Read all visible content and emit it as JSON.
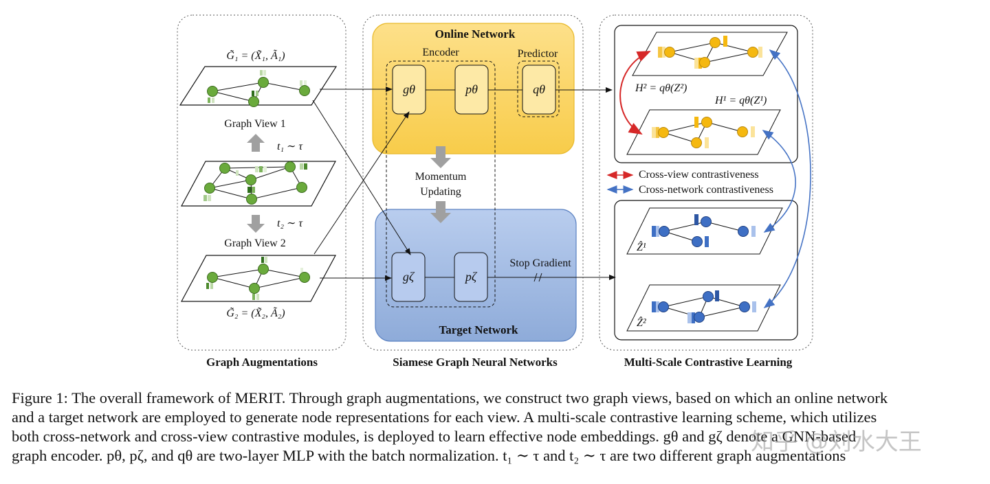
{
  "panels": {
    "augmentation": {
      "title": "Graph Augmentations",
      "view1_formula": "G̃₁ = (X̃₁, Ã₁)",
      "view1_label": "Graph View 1",
      "aug1": "t₁ ∼ τ",
      "view2_label": "Graph View 2",
      "aug2": "t₂ ∼ τ",
      "view2_formula": "G̃₂ = (X̃₂, Ã₂)"
    },
    "siamese": {
      "title": "Siamese Graph Neural Networks",
      "online_title": "Online Network",
      "encoder_label": "Encoder",
      "predictor_label": "Predictor",
      "g_theta": "gθ",
      "p_theta": "pθ",
      "q_theta": "qθ",
      "momentum_line1": "Momentum",
      "momentum_line2": "Updating",
      "g_zeta": "gζ",
      "p_zeta": "pζ",
      "stop_gradient": "Stop Gradient",
      "target_title": "Target Network"
    },
    "contrastive": {
      "title": "Multi-Scale Contrastive Learning",
      "h2_formula": "H² = qθ(Z²)",
      "h1_formula": "H¹ = qθ(Z¹)",
      "legend_cross_view": "Cross-view contrastiveness",
      "legend_cross_network": "Cross-network contrastiveness",
      "z1_label": "Ẑ¹",
      "z2_label": "Ẑ²"
    }
  },
  "caption": {
    "line1": "Figure 1: The overall framework of MERIT. Through graph augmentations, we construct two graph views, based on which an online network",
    "line2": "and a target network are employed to generate node representations for each view. A multi-scale contrastive learning scheme, which utilizes",
    "line3": "both cross-network and cross-view contrastive modules, is deployed to learn effective node embeddings. gθ and gζ denote a GNN-based",
    "line4": "graph encoder. pθ, pζ, and qθ are two-layer MLP with the batch normalization. t₁ ∼ τ and t₂ ∼ τ are two different graph augmentations"
  },
  "watermark": "知乎 @刘水大王",
  "colors": {
    "online_fill": "#fbd46a",
    "target_fill": "#9db7e0",
    "node_green": "#6aaa3c",
    "node_yellow": "#f5b80f",
    "node_blue": "#3e6fc4",
    "cross_view_arrow": "#d62828",
    "cross_network_arrow": "#4472c4",
    "momentum_arrow": "#a0a0a0"
  }
}
